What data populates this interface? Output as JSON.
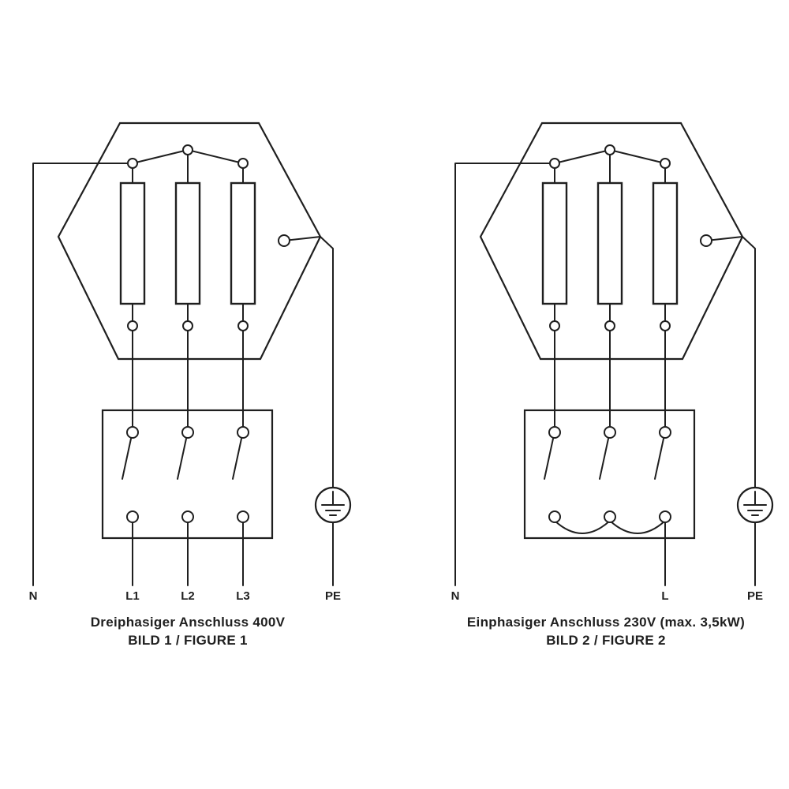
{
  "figure1": {
    "caption_line1": "Dreiphasiger Anschluss 400V",
    "caption_line2": "BILD 1 / FIGURE 1",
    "labels": {
      "neutral": "N",
      "l1": "L1",
      "l2": "L2",
      "l3": "L3",
      "pe": "PE"
    }
  },
  "figure2": {
    "caption_line1": "Einphasiger Anschluss 230V (max. 3,5kW)",
    "caption_line2": "BILD 2 / FIGURE 2",
    "labels": {
      "neutral": "N",
      "l": "L",
      "pe": "PE"
    }
  }
}
